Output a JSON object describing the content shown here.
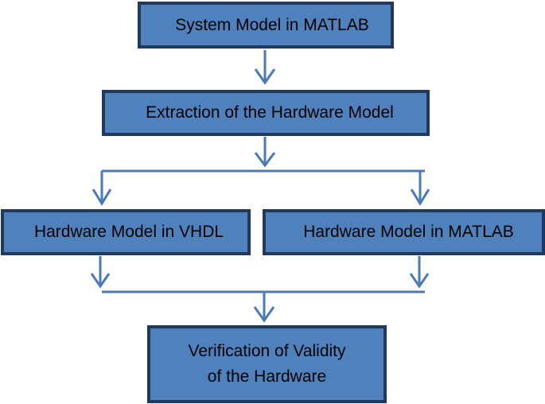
{
  "nodes": {
    "system_model": {
      "label": "System Model in MATLAB"
    },
    "extraction": {
      "label": "Extraction of the Hardware Model"
    },
    "hw_vhdl": {
      "label": "Hardware Model in VHDL"
    },
    "hw_matlab": {
      "label": "Hardware Model in MATLAB"
    },
    "verification": {
      "line1": "Verification of Validity",
      "line2": "of the Hardware"
    }
  },
  "colors": {
    "box_fill": "#4f81bd",
    "box_border": "#1f3a5c",
    "connector": "#4a7ab8",
    "text": "#000000"
  }
}
